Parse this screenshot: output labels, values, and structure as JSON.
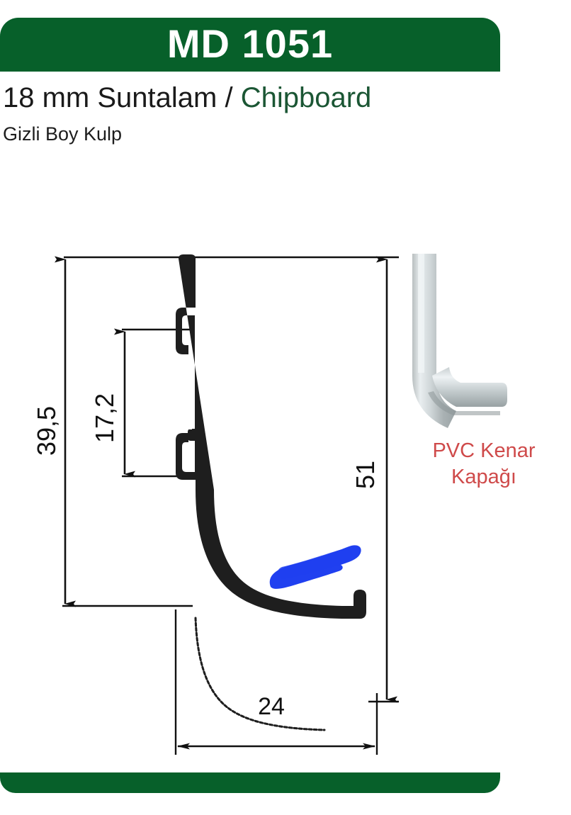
{
  "header": {
    "product_code": "MD 1051",
    "banner_color": "#07602a"
  },
  "subtitle": {
    "thickness_material": "18 mm Suntalam / ",
    "material_en": "Chipboard",
    "material_en_color": "#1b5634",
    "handle_type": "Gizli Boy Kulp"
  },
  "drawing": {
    "dimensions": {
      "overall_height": "39,5",
      "inner_height": "17,2",
      "total_height": "51",
      "depth": "24"
    },
    "profile_color": "#1e1e1e",
    "marker_color": "#2040f0"
  },
  "pvc_cap": {
    "label_line1": "PVC Kenar",
    "label_line2": "Kapağı",
    "label_color": "#cf4a4a"
  },
  "footer": {
    "bar_color": "#07602a"
  }
}
